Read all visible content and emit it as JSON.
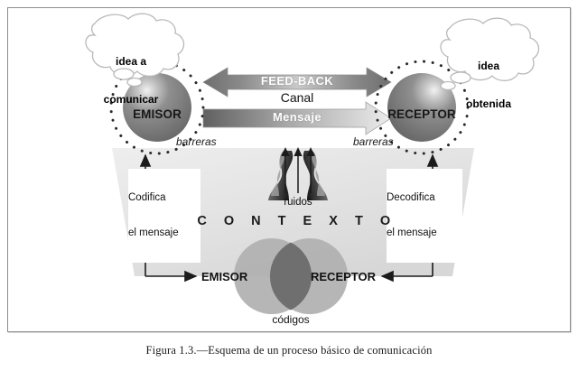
{
  "figure": {
    "caption": "Figura 1.3.—Esquema de un proceso básico de comunicación"
  },
  "diagram": {
    "title": "Esquema de un proceso básico de comunicación",
    "clouds": [
      {
        "id": "idea-a-comunicar",
        "line1": "idea a",
        "line2": "comunicar"
      },
      {
        "id": "idea-obtenida",
        "line1": "idea",
        "line2": "obtenida"
      }
    ],
    "actors": [
      {
        "id": "emisor",
        "label": "EMISOR",
        "barrier_label": "barreras"
      },
      {
        "id": "receptor",
        "label": "RECEPTOR",
        "barrier_label": "barreras"
      }
    ],
    "channel": {
      "feedback_label": "FEED-BACK",
      "canal_label": "Canal",
      "mensaje_label": "Mensaje"
    },
    "noise": {
      "label": "ruidos"
    },
    "context": {
      "label": "C O N T E X T O",
      "plain": "CONTEXTO"
    },
    "side_captions": [
      {
        "id": "codifica",
        "line1": "Codifica",
        "line2": "el mensaje"
      },
      {
        "id": "decodifica",
        "line1": "Decodifica",
        "line2": "el mensaje"
      }
    ],
    "venn": {
      "left_label": "EMISOR",
      "right_label": "RECEPTOR",
      "caption": "códigos"
    },
    "colors": {
      "frame_border": "#8d8d8d",
      "sphere_dark": "#6e6e6e",
      "sphere_mid": "#8c8c8c",
      "arrow_dark": "#6b6b6b",
      "arrow_light": "#e2e2e2",
      "context_fill": "#e3e3e3",
      "venn_fill": "#b3b3b3",
      "venn_overlap": "#6f6f6f",
      "noise_black": "#1c1c1c",
      "noise_gray": "#9a9a9a",
      "cloud_stroke": "#b6b6b6",
      "background": "#ffffff"
    }
  }
}
